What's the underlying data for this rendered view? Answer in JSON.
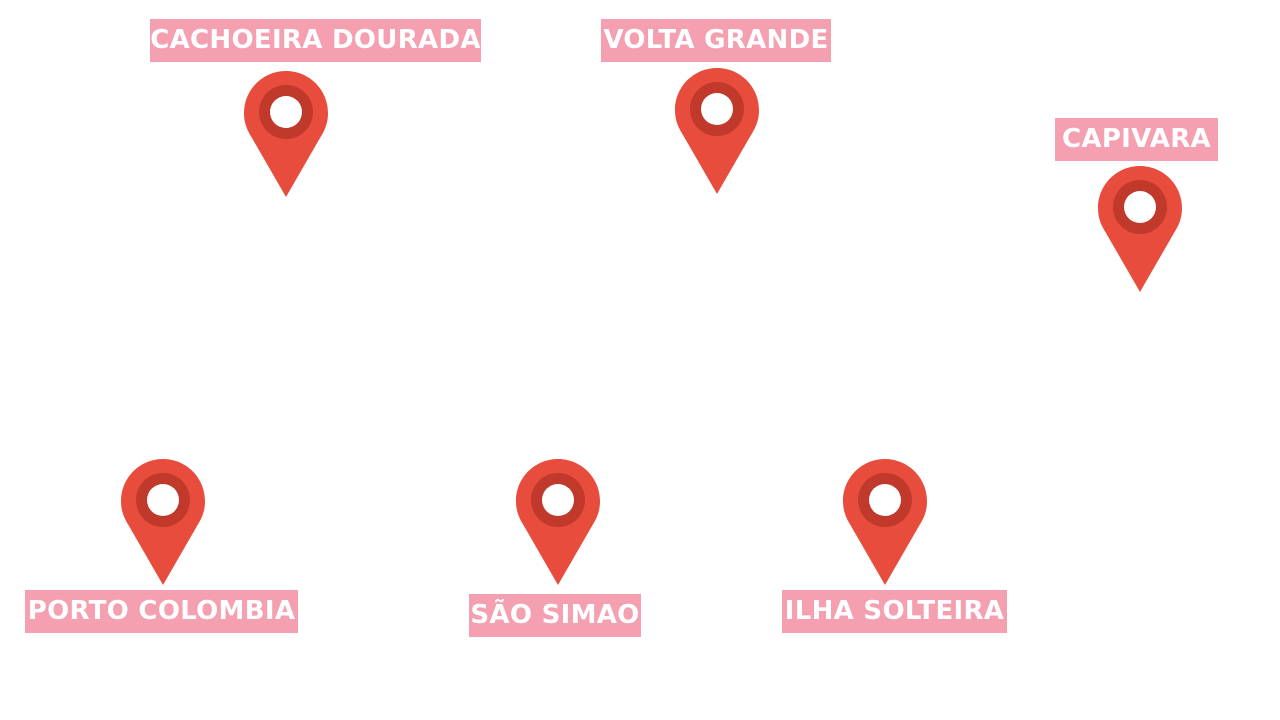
{
  "colors": {
    "label_background": "#f4a0b1",
    "label_text": "#ffffff",
    "pin_body": "#e74c3c",
    "pin_ring": "#c0392b",
    "pin_hole": "#ffffff"
  },
  "locations": [
    {
      "name": "CACHOEIRA DOURADA",
      "icon": "map-pin-icon"
    },
    {
      "name": "VOLTA GRANDE",
      "icon": "map-pin-icon"
    },
    {
      "name": "CAPIVARA",
      "icon": "map-pin-icon"
    },
    {
      "name": "PORTO COLOMBIA",
      "icon": "map-pin-icon"
    },
    {
      "name": "SÃO SIMAO",
      "icon": "map-pin-icon"
    },
    {
      "name": "ILHA SOLTEIRA",
      "icon": "map-pin-icon"
    }
  ]
}
